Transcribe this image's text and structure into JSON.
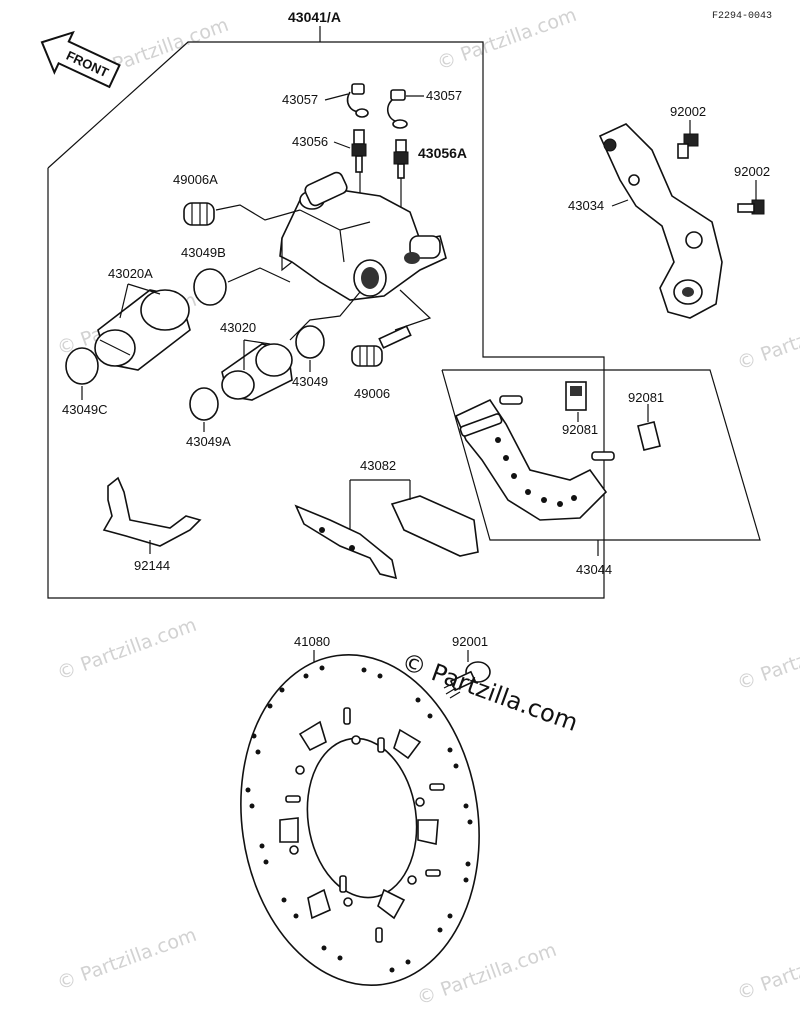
{
  "drawing_code": "F2294-0043",
  "front_label": "FRONT",
  "watermark": "© Partzilla.com",
  "parts": {
    "caliper_assembly": "43041/A",
    "bleeder_cap_left": "43057",
    "bleeder_cap_right": "43057",
    "bleeder_valve": "43056",
    "bleeder_valve_a": "43056A",
    "boot_49006A": "49006A",
    "seal_43049B": "43049B",
    "piston_43020A": "43020A",
    "seal_43049C": "43049C",
    "piston_43020": "43020",
    "seal_43049": "43049",
    "boot_49006": "49006",
    "seal_43049A": "43049A",
    "bracket_43034": "43034",
    "bolt_92002_top": "92002",
    "bolt_92002_right": "92002",
    "pad_spring_92081_left": "92081",
    "pad_spring_92081_right": "92081",
    "holder_43044": "43044",
    "pad_set_43082": "43082",
    "spring_92144": "92144",
    "disc_41080": "41080",
    "bolt_92001": "92001"
  }
}
